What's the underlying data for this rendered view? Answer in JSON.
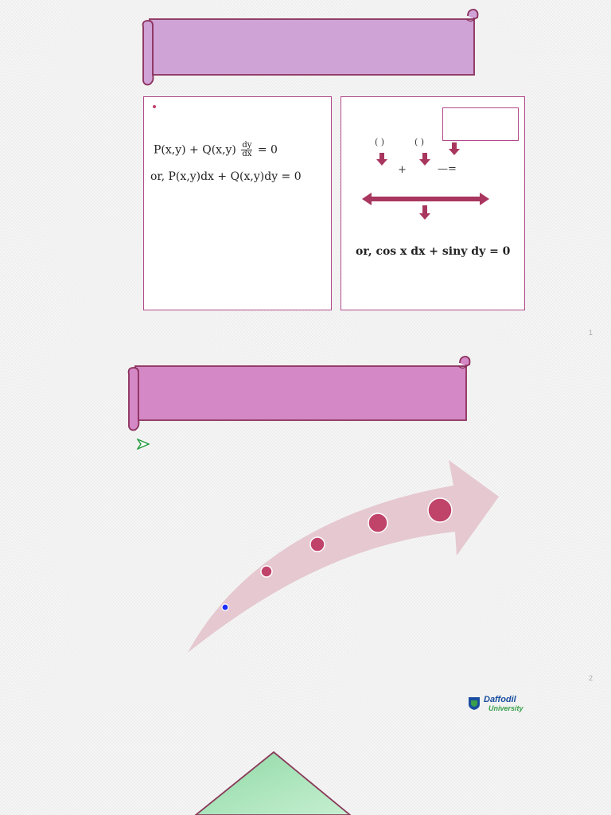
{
  "slide1": {
    "equation_left_line1": "P(x,y) + Q(x,y)",
    "equation_left_line1_frac_num": "dy",
    "equation_left_line1_frac_den": "dx",
    "equation_left_line1_tail": "= 0",
    "equation_left_line2": "or, P(x,y)dx + Q(x,y)dy = 0",
    "right_parens_1": "(     )",
    "right_parens_2": "(     )",
    "right_plus": "+",
    "right_equals": "—=",
    "right_equation": "or, cos x  dx + siny dy = 0",
    "page_number": "1",
    "colors": {
      "banner": "#cfa3d6",
      "border": "#b04a8a",
      "arrow": "#a8365f"
    }
  },
  "slide2": {
    "bullet_icon": "green-arrowhead-icon",
    "page_number": "2",
    "logo_name": "Daffodil",
    "logo_subname": "University",
    "colors": {
      "banner": "#d488c6",
      "curve_arrow": "#e5c8d0",
      "dots": "#c0436a",
      "marker": "#1a2dff"
    }
  },
  "slide3": {
    "colors": {
      "triangle": "#a7e6b8",
      "border": "#8a3a5a"
    }
  }
}
